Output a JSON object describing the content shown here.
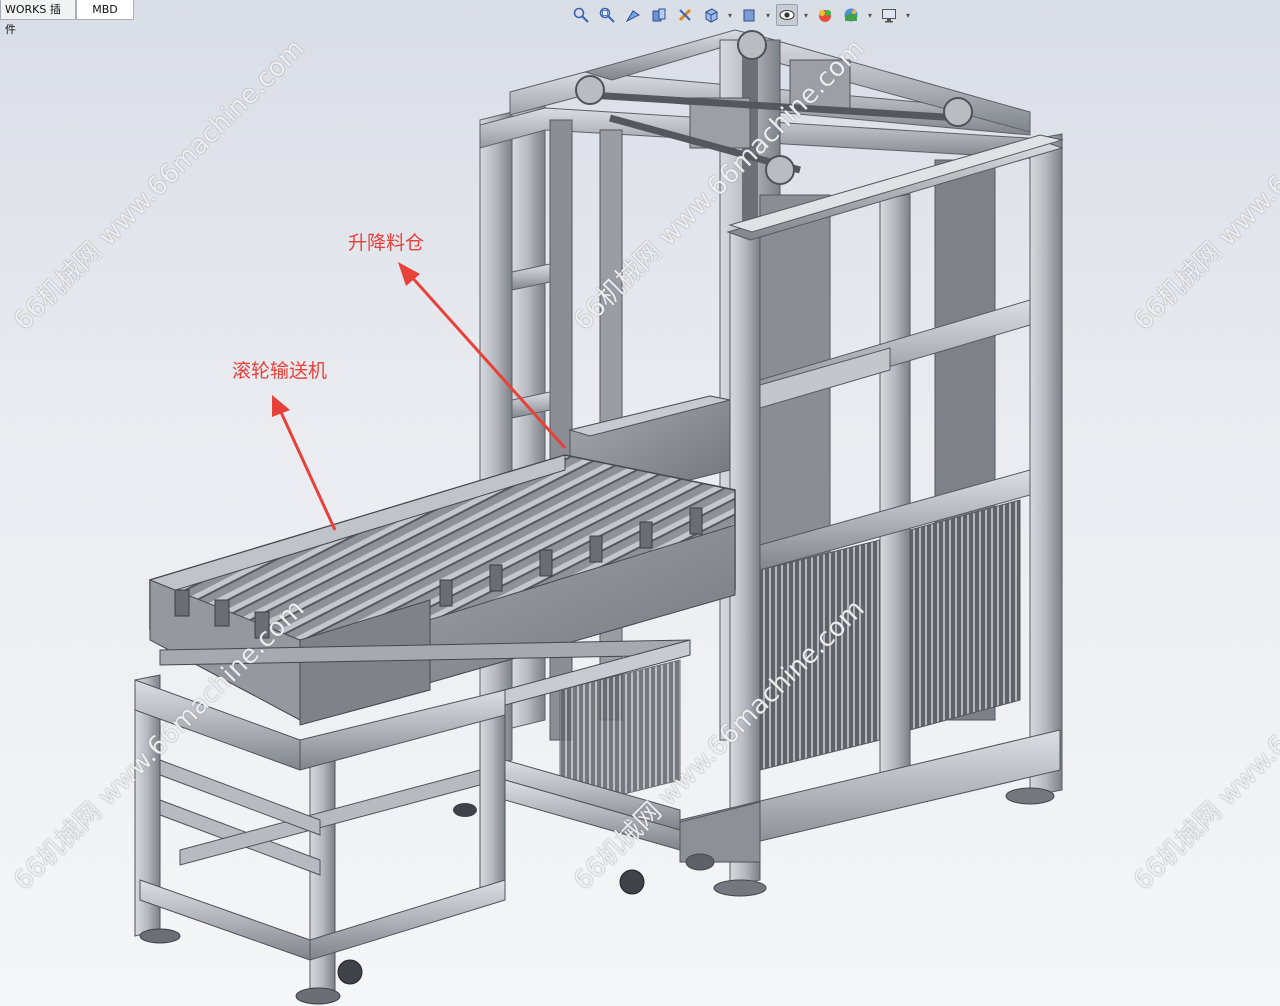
{
  "tabs": [
    {
      "label": "WORKS 插件",
      "active": false
    },
    {
      "label": "MBD",
      "active": true
    }
  ],
  "hud_toolbar": [
    {
      "icon": "zoom-to-fit-icon"
    },
    {
      "icon": "zoom-to-area-icon"
    },
    {
      "icon": "previous-view-icon"
    },
    {
      "icon": "section-view-icon"
    },
    {
      "icon": "dynamic-annotation-icon"
    },
    {
      "icon": "view-orientation-icon"
    },
    {
      "icon": "display-style-icon"
    },
    {
      "icon": "hide-show-items-icon"
    },
    {
      "icon": "edit-appearance-icon"
    },
    {
      "icon": "apply-scene-icon"
    },
    {
      "icon": "view-settings-icon"
    }
  ],
  "annotations": {
    "lift_bin": "升降料仓",
    "roller_conveyor": "滚轮输送机"
  },
  "watermarks": [
    "66机械网 www.66machine.com",
    "66机械网 www.66machine.com",
    "66机械网 www.66machine.com",
    "66机械网 www.66machine.com",
    "66机械网 www.66machine.com",
    "66机械网 www.66machine.com"
  ],
  "colors": {
    "annotation": "#e8413a",
    "frame_light": "#c9ccd2",
    "frame_dark": "#6f7379",
    "frame_mid": "#9ea2a8"
  }
}
